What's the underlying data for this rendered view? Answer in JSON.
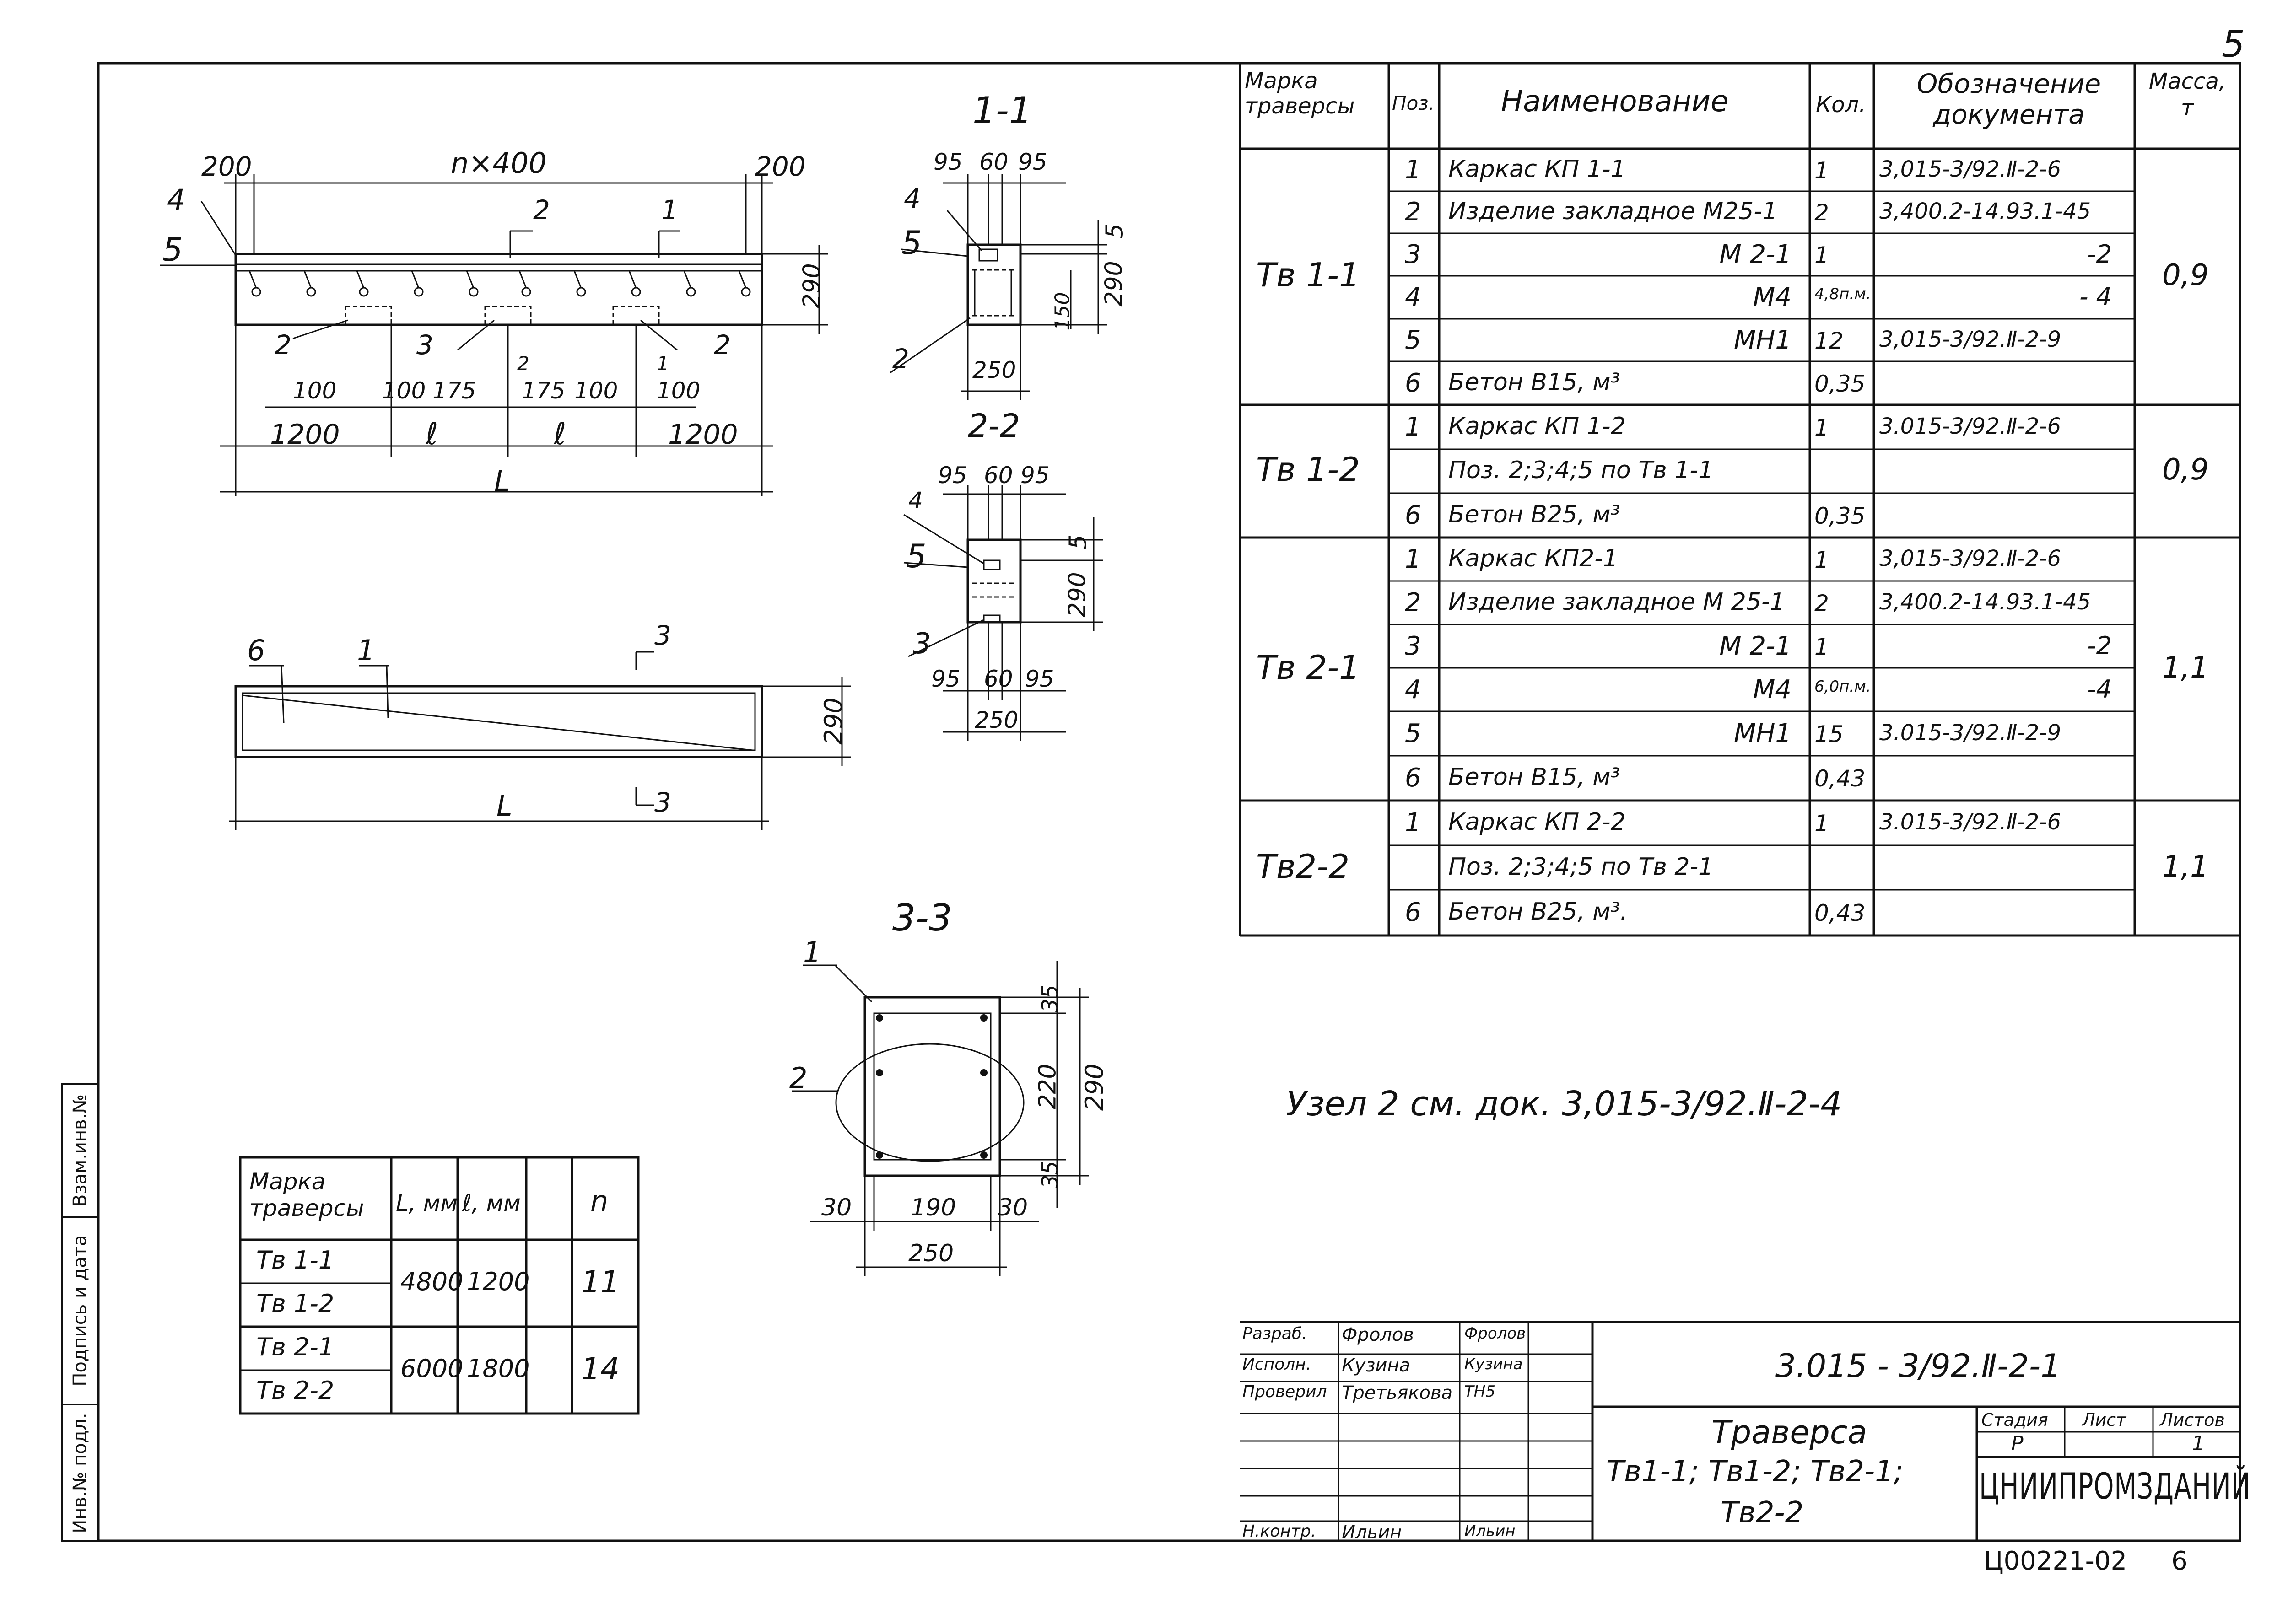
{
  "page_number": "5",
  "sheet_number": "6",
  "doc_id": "Ц00221-02",
  "section_labels": {
    "s11": "1-1",
    "s22": "2-2",
    "s33": "3-3"
  },
  "elevation": {
    "dims_top": {
      "left": "200",
      "span": "n×400",
      "right": "200"
    },
    "callouts": [
      "4",
      "5",
      "2",
      "3",
      "2",
      "2",
      "1"
    ],
    "cut_marks": [
      "2",
      "1"
    ],
    "dims_insert": [
      "100",
      "100",
      "175",
      "175",
      "100",
      "100"
    ],
    "dims_bottom": [
      "1200",
      "ℓ",
      "ℓ",
      "1200"
    ],
    "total": "L",
    "height": "290"
  },
  "section_1_1": {
    "dims_top": [
      "95",
      "60",
      "95"
    ],
    "callouts": [
      "4",
      "5",
      "2"
    ],
    "dims_right": [
      "5",
      "290",
      "150"
    ],
    "width": "250"
  },
  "section_2_2": {
    "dims_top": [
      "95",
      "60",
      "95"
    ],
    "callouts": [
      "4",
      "5",
      "3"
    ],
    "dims_right": [
      "5",
      "290"
    ],
    "dims_bottom": [
      "95",
      "60",
      "95"
    ],
    "width": "250"
  },
  "plan": {
    "callouts": [
      "6",
      "1"
    ],
    "cut_marks": [
      "3",
      "3"
    ],
    "height": "290",
    "length": "L"
  },
  "section_3_3": {
    "callouts": [
      "1",
      "2"
    ],
    "dims_right": [
      "35",
      "220",
      "35",
      "290"
    ],
    "dims_bottom": [
      "30",
      "190",
      "30",
      "250"
    ]
  },
  "spec_table": {
    "headers": [
      "Марка траверсы",
      "Поз.",
      "Наименование",
      "Кол.",
      "Обозначение документа",
      "Масса, т"
    ],
    "groups": [
      {
        "mark": "Тв 1-1",
        "mass": "0,9",
        "rows": [
          {
            "pos": "1",
            "name": "Каркас  КП 1-1",
            "align": "left",
            "qty": "1",
            "doc": "3,015-3/92.Ⅱ-2-6"
          },
          {
            "pos": "2",
            "name": "Изделие закладное М25-1",
            "align": "left",
            "qty": "2",
            "doc": "3,400.2-14.93.1-45"
          },
          {
            "pos": "3",
            "name": "М 2-1",
            "align": "right",
            "qty": "1",
            "doc": "-2"
          },
          {
            "pos": "4",
            "name": "М4",
            "align": "right",
            "qty": "4,8п.м.",
            "doc": "- 4"
          },
          {
            "pos": "5",
            "name": "МН1",
            "align": "right",
            "qty": "12",
            "doc": "3,015-3/92.Ⅱ-2-9"
          },
          {
            "pos": "6",
            "name": "Бетон В15, м³",
            "align": "left",
            "qty": "0,35",
            "doc": ""
          }
        ]
      },
      {
        "mark": "Тв 1-2",
        "mass": "0,9",
        "rows": [
          {
            "pos": "1",
            "name": "Каркас   КП 1-2",
            "align": "left",
            "qty": "1",
            "doc": "3.015-3/92.Ⅱ-2-6"
          },
          {
            "pos": "",
            "name": "Поз. 2;3;4;5 по Тв 1-1",
            "align": "left",
            "qty": "",
            "doc": ""
          },
          {
            "pos": "6",
            "name": "Бетон  В25, м³",
            "align": "left",
            "qty": "0,35",
            "doc": ""
          }
        ]
      },
      {
        "mark": "Тв 2-1",
        "mass": "1,1",
        "rows": [
          {
            "pos": "1",
            "name": "Каркас  КП2-1",
            "align": "left",
            "qty": "1",
            "doc": "3,015-3/92.Ⅱ-2-6"
          },
          {
            "pos": "2",
            "name": "Изделие закладное М 25-1",
            "align": "left",
            "qty": "2",
            "doc": "3,400.2-14.93.1-45"
          },
          {
            "pos": "3",
            "name": "М 2-1",
            "align": "right",
            "qty": "1",
            "doc": "-2"
          },
          {
            "pos": "4",
            "name": "М4",
            "align": "right",
            "qty": "6,0п.м.",
            "doc": "-4"
          },
          {
            "pos": "5",
            "name": "МН1",
            "align": "right",
            "qty": "15",
            "doc": "3.015-3/92.Ⅱ-2-9"
          },
          {
            "pos": "6",
            "name": "Бетон  В15, м³",
            "align": "left",
            "qty": "0,43",
            "doc": ""
          }
        ]
      },
      {
        "mark": "Тв2-2",
        "mass": "1,1",
        "rows": [
          {
            "pos": "1",
            "name": "Каркас  КП 2-2",
            "align": "left",
            "qty": "1",
            "doc": "3.015-3/92.Ⅱ-2-6"
          },
          {
            "pos": "",
            "name": "Поз. 2;3;4;5 по Тв 2-1",
            "align": "left",
            "qty": "",
            "doc": ""
          },
          {
            "pos": "6",
            "name": "Бетон  В25, м³.",
            "align": "left",
            "qty": "0,43",
            "doc": ""
          }
        ]
      }
    ]
  },
  "note": "Узел 2 см. док. 3,015-3/92.Ⅱ-2-4",
  "dims_table": {
    "headers": [
      "Марка траверсы",
      "L, мм",
      "ℓ, мм",
      "n"
    ],
    "rows": [
      {
        "marks": [
          "Тв 1-1",
          "Тв 1-2"
        ],
        "L": "4800",
        "l": "1200",
        "n": "11"
      },
      {
        "marks": [
          "Тв 2-1",
          "Тв 2-2"
        ],
        "L": "6000",
        "l": "1800",
        "n": "14"
      }
    ]
  },
  "side_stamp": [
    "Инв.№ подл.",
    "Подпись и дата",
    "Взам.инв.№"
  ],
  "title_block": {
    "designation": "3.015 - 3/92.Ⅱ-2-1",
    "title_lines": [
      "Траверса",
      "Тв1-1; Тв1-2; Тв2-1;",
      "Тв2-2"
    ],
    "people": [
      {
        "role": "Разраб.",
        "name": "Фролов",
        "sign": "Фролов"
      },
      {
        "role": "Исполн.",
        "name": "Кузина",
        "sign": "Кузина"
      },
      {
        "role": "Проверил",
        "name": "Третьякова",
        "sign": "ТН5"
      },
      {
        "role": "",
        "name": "",
        "sign": ""
      },
      {
        "role": "",
        "name": "",
        "sign": ""
      },
      {
        "role": "",
        "name": "",
        "sign": ""
      },
      {
        "role": "Н.контр.",
        "name": "Ильин",
        "sign": "Ильин"
      }
    ],
    "stage_label": "Стадия",
    "sheet_label": "Лист",
    "sheets_label": "Листов",
    "stage": "Р",
    "sheet": "",
    "sheets": "1",
    "org": "ЦНИИПРОМЗДАНИЙ"
  }
}
